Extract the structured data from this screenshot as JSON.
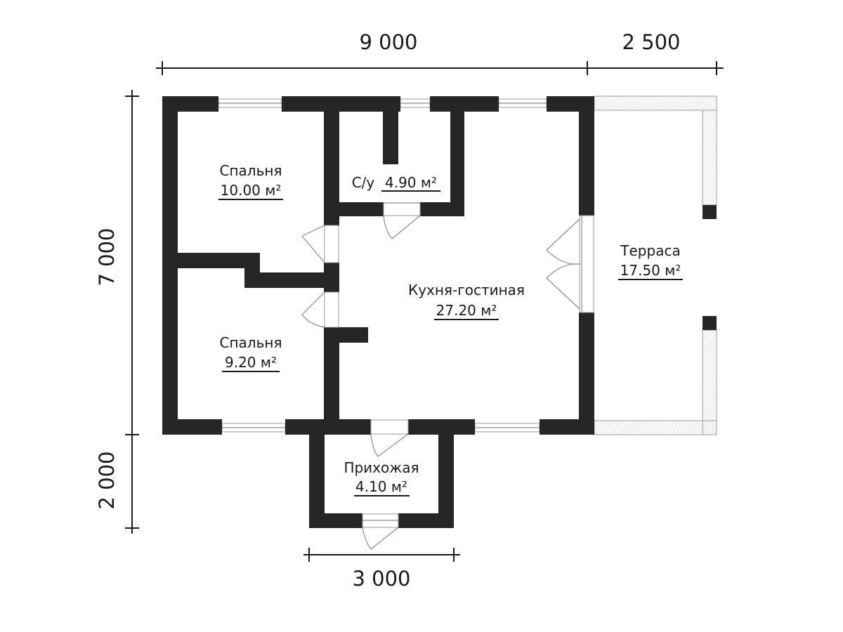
{
  "dimensions": {
    "top_main": "9 000",
    "top_terrace": "2 500",
    "left_main": "7 000",
    "left_entry": "2 000",
    "bottom_entry": "3 000"
  },
  "rooms": {
    "bedroom1": {
      "name": "Спальня",
      "area": "10.00 м²"
    },
    "bathroom": {
      "name": "С/у",
      "area": "4.90 м²"
    },
    "kitchen": {
      "name": "Кухня-гостиная",
      "area": "27.20 м²"
    },
    "terrace": {
      "name": "Терраса",
      "area": "17.50 м²"
    },
    "bedroom2": {
      "name": "Спальня",
      "area": "9.20 м²"
    },
    "hallway": {
      "name": "Прихожая",
      "area": "4.10 м²"
    }
  },
  "colors": {
    "wall": "#262626",
    "line": "#1a1a1a",
    "hatch": "#bdbdbd"
  }
}
